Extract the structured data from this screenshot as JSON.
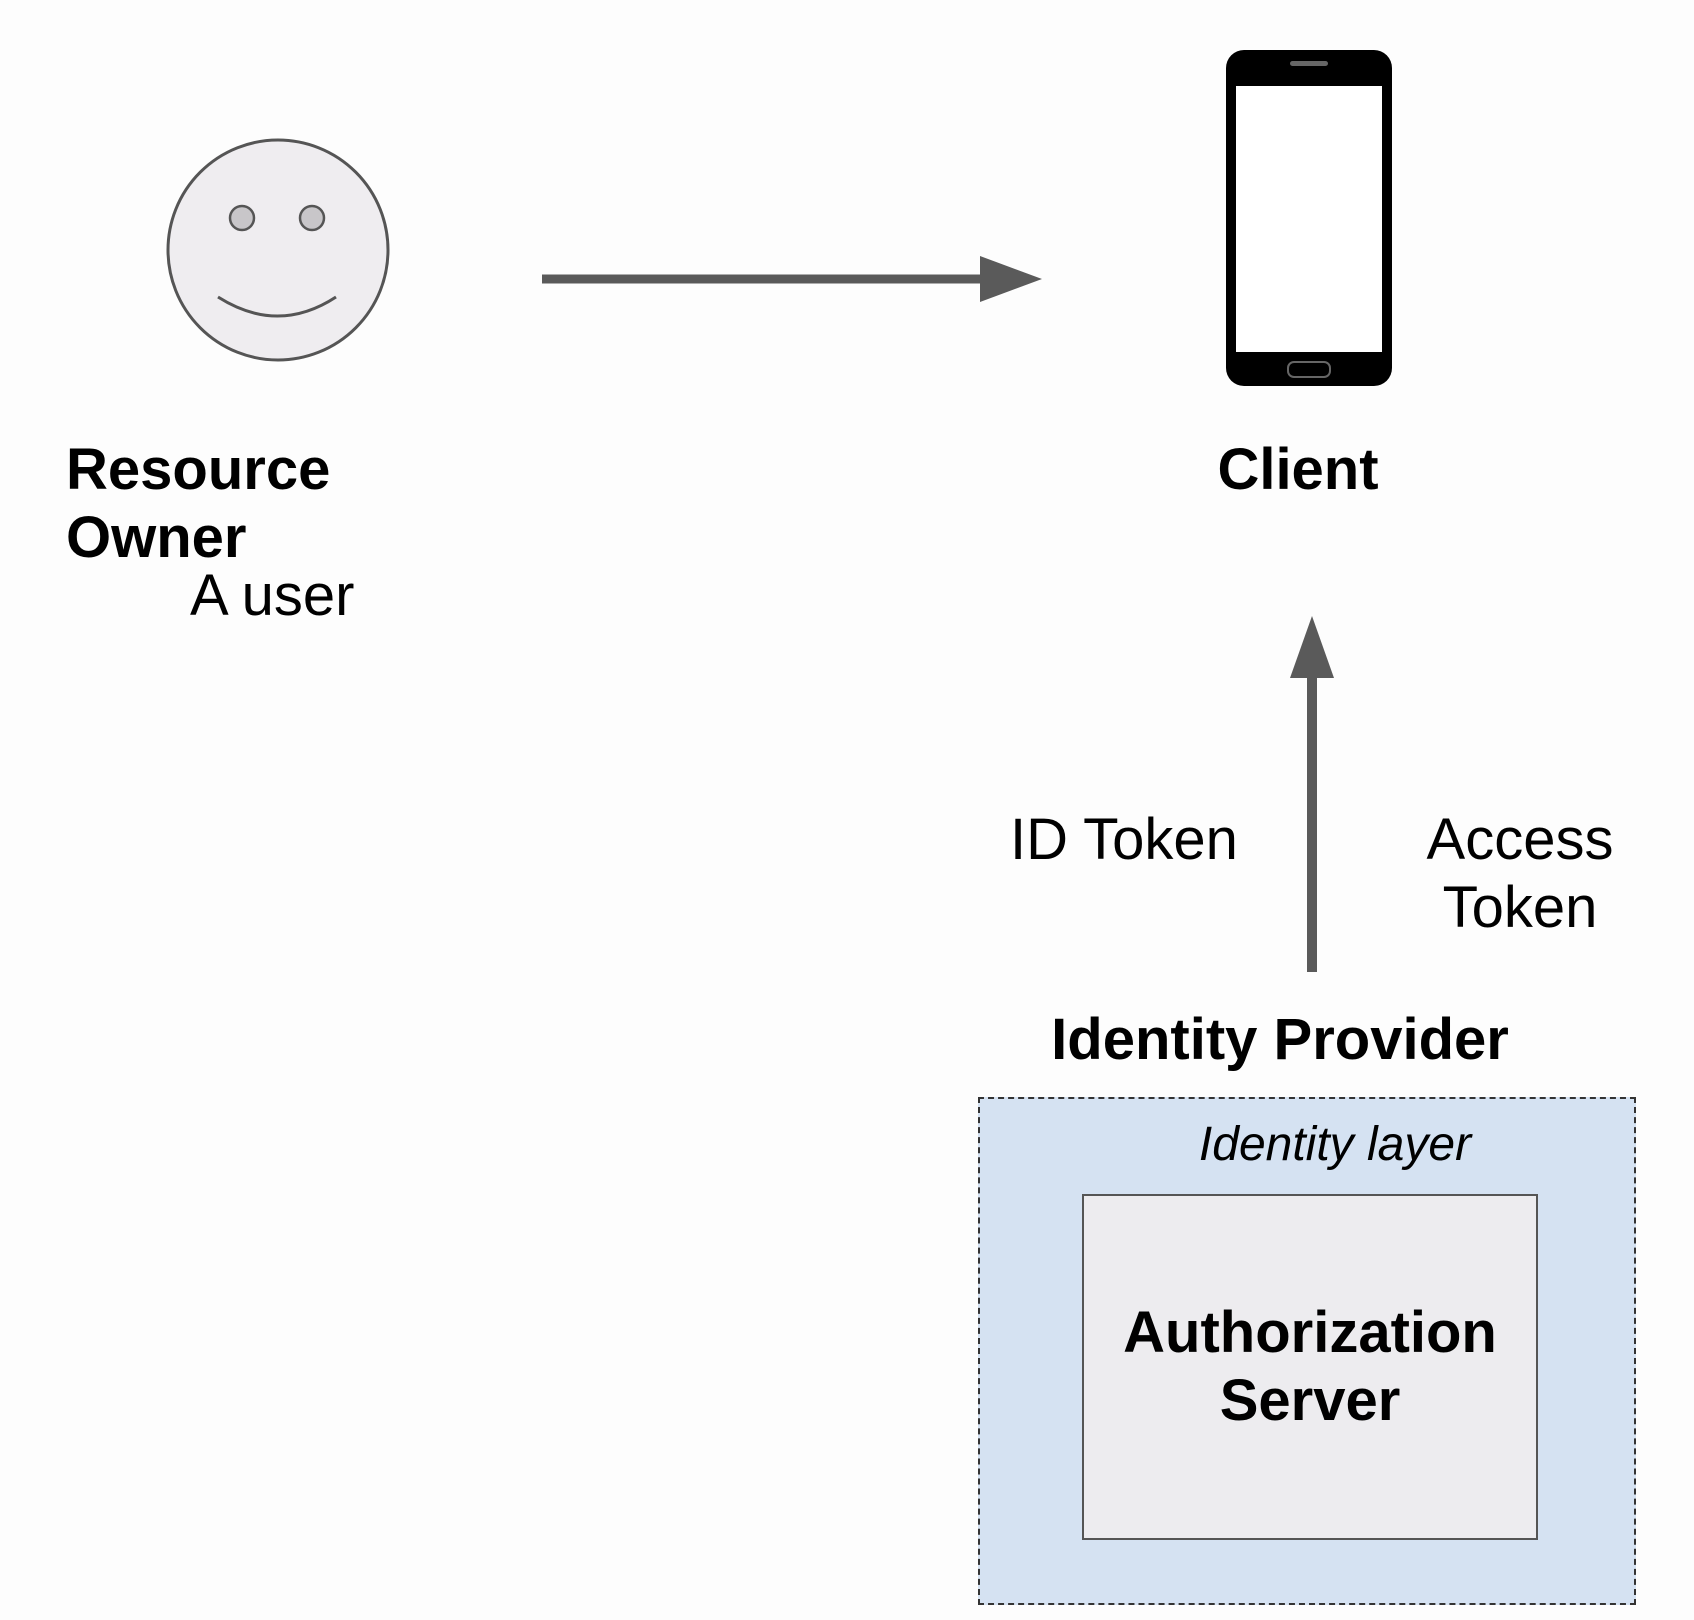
{
  "resource_owner": {
    "title": "Resource Owner",
    "subtitle": "A user"
  },
  "client": {
    "title": "Client"
  },
  "tokens": {
    "id_token": "ID Token",
    "access_token": "Access Token"
  },
  "identity_provider": {
    "title": "Identity Provider",
    "layer_label": "Identity layer",
    "server_label": "Authorization\nServer"
  },
  "colors": {
    "arrow": "#5a5a5a",
    "identity_layer_fill": "#d5e2f2",
    "server_fill": "#edecef",
    "face_fill": "#efedf0"
  },
  "icons": {
    "user": "smiley-face-icon",
    "client": "smartphone-icon"
  }
}
